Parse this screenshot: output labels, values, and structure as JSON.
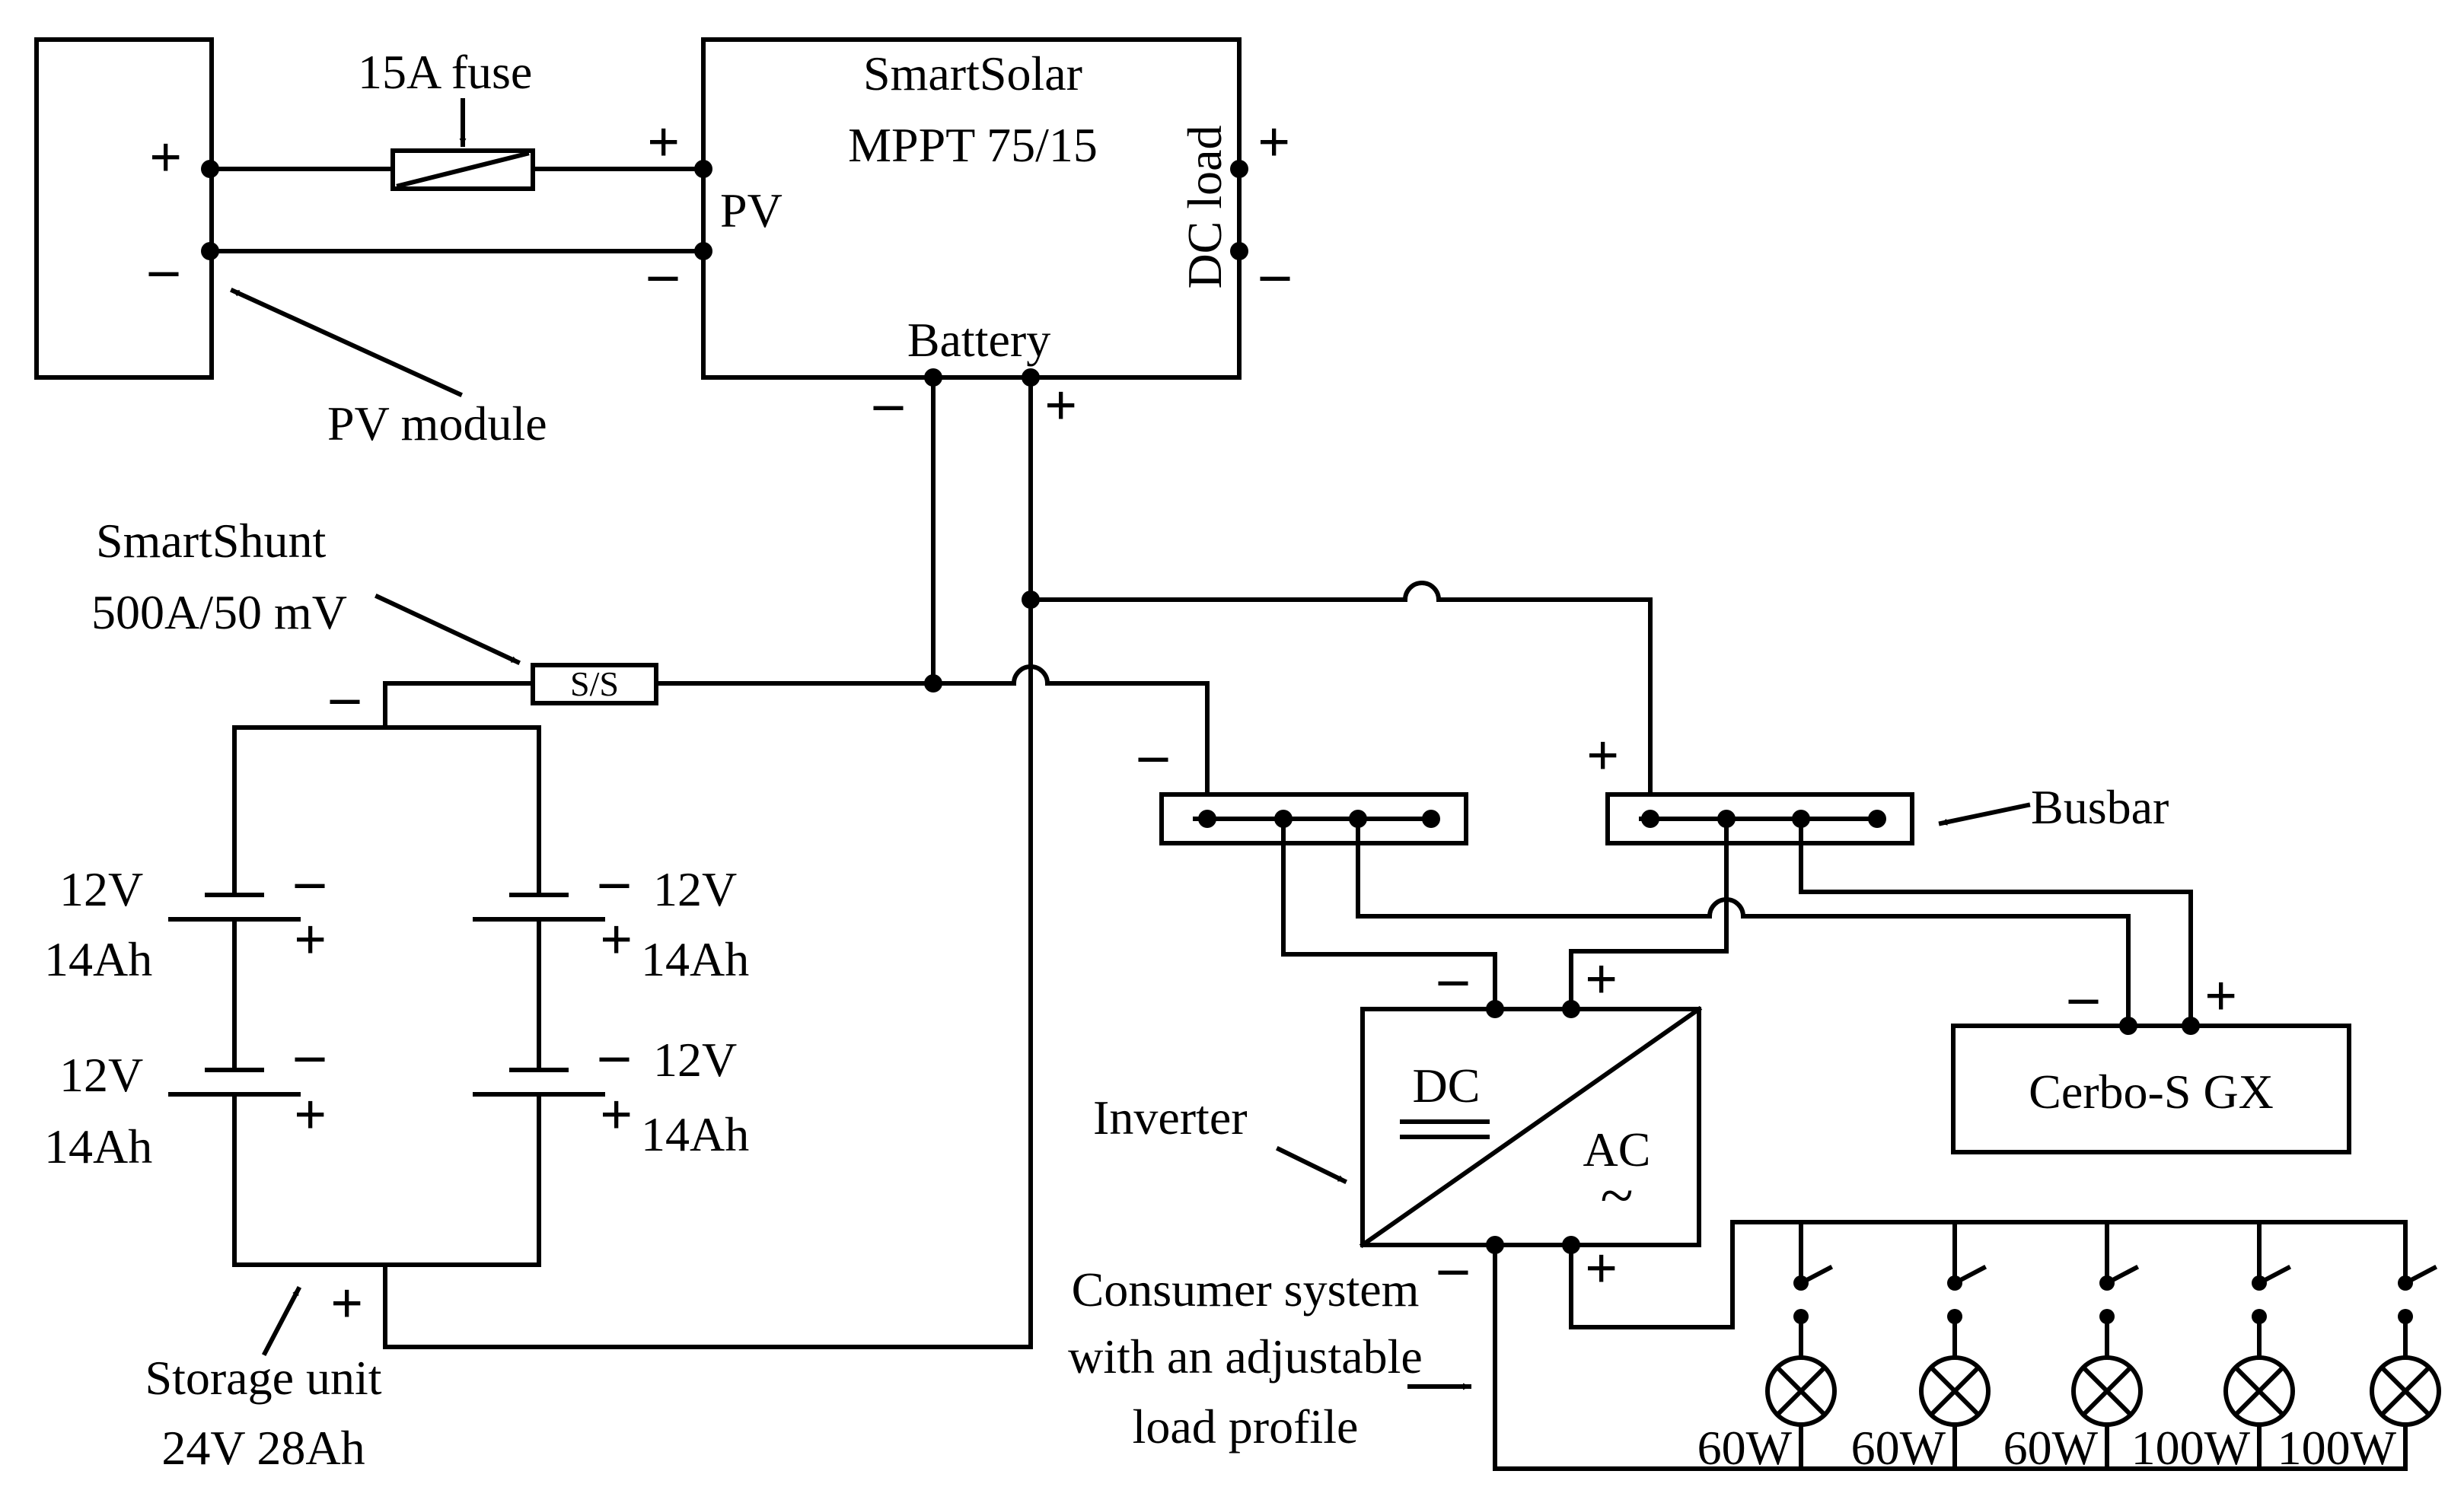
{
  "pv_module": {
    "label": "PV module"
  },
  "fuse": {
    "label": "15A fuse"
  },
  "charger": {
    "name_line1": "SmartSolar",
    "name_line2": "MPPT 75/15",
    "pv_label": "PV",
    "battery_label": "Battery",
    "dc_load_label": "DC load"
  },
  "shunt": {
    "name_line1": "SmartShunt",
    "name_line2": "500A/50 mV",
    "symbol": "S/S"
  },
  "batteries": [
    {
      "voltage": "12V",
      "capacity": "14Ah"
    },
    {
      "voltage": "12V",
      "capacity": "14Ah"
    },
    {
      "voltage": "12V",
      "capacity": "14Ah"
    },
    {
      "voltage": "12V",
      "capacity": "14Ah"
    }
  ],
  "storage": {
    "line1": "Storage unit",
    "line2": "24V 28Ah"
  },
  "busbar": {
    "label": "Busbar"
  },
  "inverter": {
    "label": "Inverter",
    "dc": "DC",
    "ac": "AC",
    "ac_symbol": "~"
  },
  "cerbo": {
    "label": "Cerbo-S GX"
  },
  "consumer": {
    "line1": "Consumer system",
    "line2": "with an adjustable",
    "line3": "load profile"
  },
  "lamps": [
    {
      "power": "60W"
    },
    {
      "power": "60W"
    },
    {
      "power": "60W"
    },
    {
      "power": "100W"
    },
    {
      "power": "100W"
    }
  ],
  "polarity": {
    "plus": "+",
    "minus": "–"
  }
}
